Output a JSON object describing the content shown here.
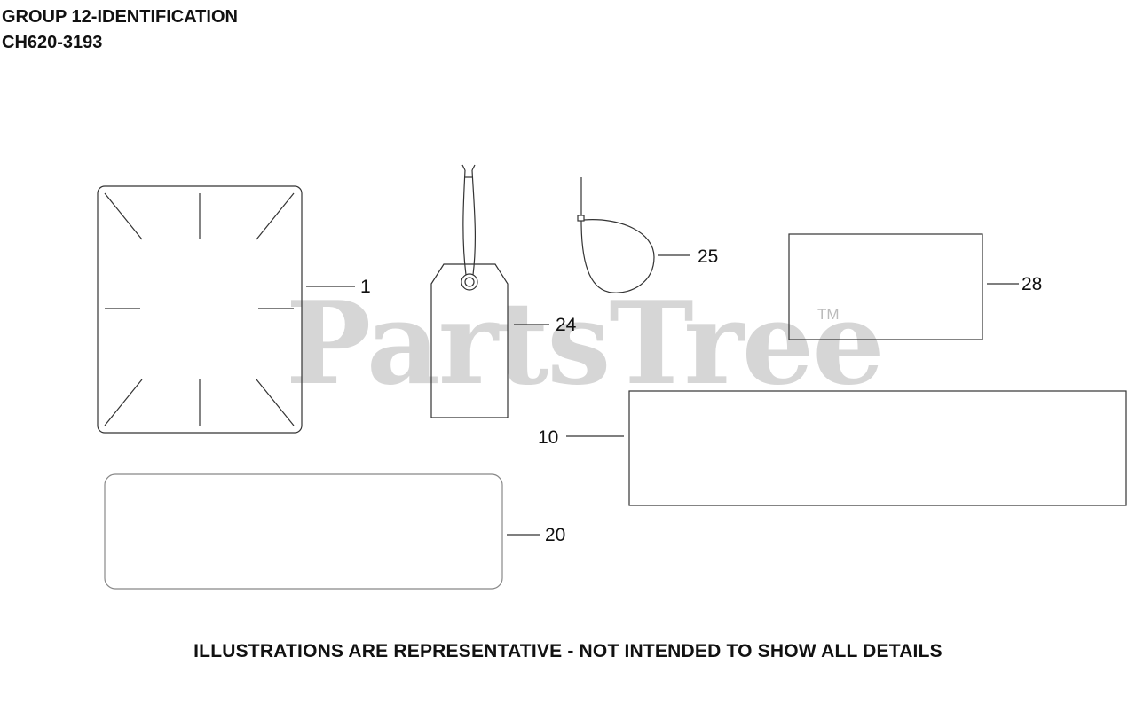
{
  "header": {
    "title": "GROUP 12-IDENTIFICATION",
    "model": "CH620-3193"
  },
  "watermark": {
    "text": "PartsTree",
    "trademark": "TM"
  },
  "callouts": {
    "c1": "1",
    "c24": "24",
    "c25": "25",
    "c28": "28",
    "c10": "10",
    "c20": "20"
  },
  "footer": "ILLUSTRATIONS ARE REPRESENTATIVE - NOT INTENDED TO SHOW ALL DETAILS"
}
